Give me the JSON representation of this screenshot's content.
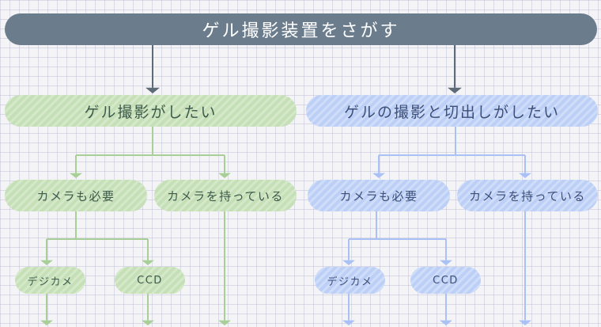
{
  "title": "ゲル撮影装置をさがす",
  "branches": [
    {
      "label": "ゲル撮影がしたい",
      "color": "#a8cf98",
      "options": [
        {
          "label": "カメラも必要",
          "children": [
            "デジカメ",
            "CCD"
          ]
        },
        {
          "label": "カメラを持っている"
        }
      ]
    },
    {
      "label": "ゲルの撮影と切出しがしたい",
      "color": "#a9c1f4",
      "options": [
        {
          "label": "カメラも必要",
          "children": [
            "デジカメ",
            "CCD"
          ]
        },
        {
          "label": "カメラを持っている"
        }
      ]
    }
  ],
  "colors": {
    "title_bg": "#6b7c8d",
    "title_arrow": "#5d6b79",
    "green_fill": "#c5dfb6",
    "green_line": "#a8cf98",
    "blue_fill": "#bccff6",
    "blue_line": "#a9c1f4"
  }
}
